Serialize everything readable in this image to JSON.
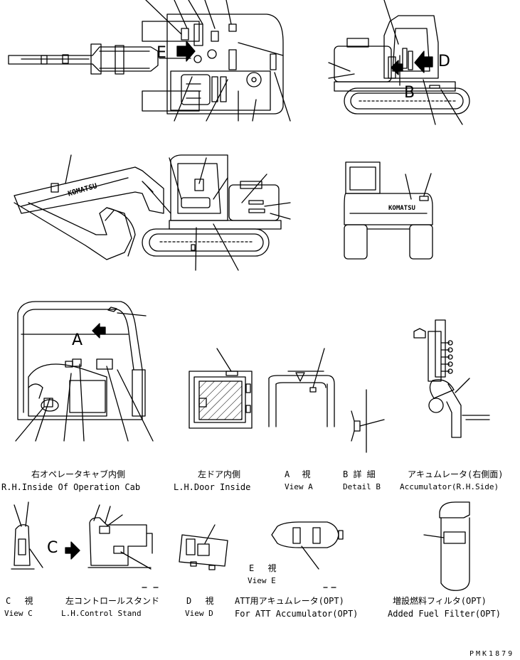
{
  "markers": {
    "A": "A",
    "B": "B",
    "C": "C",
    "D": "D",
    "E": "E"
  },
  "brand": "KOMATSU",
  "captions": [
    {
      "jp": "右オペレータキャブ内側",
      "en": "R.H.Inside Of Operation Cab"
    },
    {
      "jp": "左ドア内側",
      "en": "L.H.Door Inside"
    },
    {
      "jp": "A 視",
      "en": "View A"
    },
    {
      "jp": "B 詳 細",
      "en": "Detail B"
    },
    {
      "jp": "アキュムレータ(右側面)",
      "en": "Accumulator(R.H.Side)"
    },
    {
      "jp": "C 視",
      "en": "View C"
    },
    {
      "jp": "左コントロールスタンド",
      "en": "L.H.Control Stand"
    },
    {
      "jp": "D 視",
      "en": "View D"
    },
    {
      "jp": "E 視",
      "en": "View E"
    },
    {
      "jp": "ATT用アキュムレータ(OPT)",
      "en": "For ATT Accumulator(OPT)"
    },
    {
      "jp": "増設燃料フィルタ(OPT)",
      "en": "Added Fuel Filter(OPT)"
    }
  ],
  "drawing_code": "PMK1879"
}
